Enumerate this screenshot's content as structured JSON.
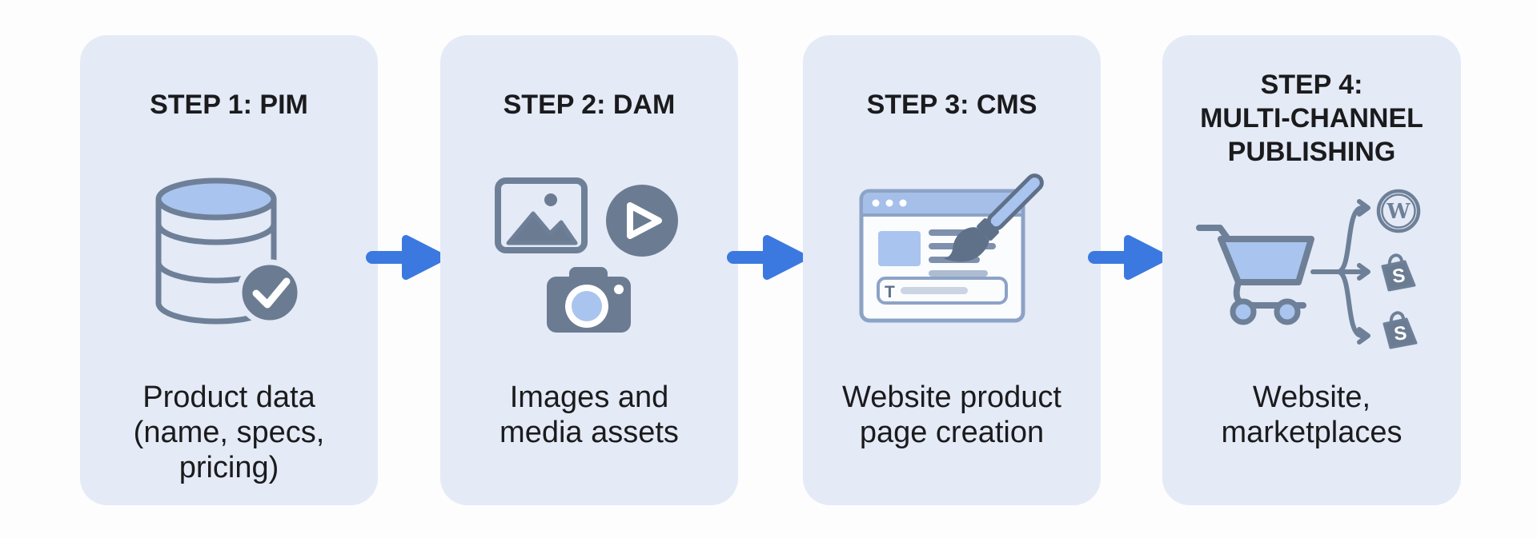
{
  "colors": {
    "page_bg": "#FDFDFE",
    "card_bg": "#E4EAF6",
    "text": "#1B1B1D",
    "icon_slate": "#6E8098",
    "icon_slate_fill": "#6B7C92",
    "icon_blue": "#A9C4EE",
    "bar_blue": "#A6BFE8",
    "window_stroke": "#8CA3C6",
    "bristle": "#5F7089",
    "arrow_blue": "#3B79E0"
  },
  "steps": [
    {
      "id": 1,
      "title_lines": [
        "STEP 1: PIM"
      ],
      "desc_lines": [
        "Product data",
        "(name, specs,",
        "pricing)"
      ],
      "icon": "database-check-icon"
    },
    {
      "id": 2,
      "title_lines": [
        "STEP 2: DAM"
      ],
      "desc_lines": [
        "Images and",
        "media assets"
      ],
      "icon": "media-assets-icon"
    },
    {
      "id": 3,
      "title_lines": [
        "STEP 3: CMS"
      ],
      "desc_lines": [
        "Website product",
        "page creation"
      ],
      "icon": "browser-paintbrush-icon",
      "input_letter": "T"
    },
    {
      "id": 4,
      "title_lines": [
        "STEP 4:",
        "MULTI-CHANNEL",
        "PUBLISHING"
      ],
      "desc_lines": [
        "Website,",
        "marketplaces"
      ],
      "icon": "cart-channels-icon",
      "channels": [
        {
          "name": "wordpress",
          "letter": "W"
        },
        {
          "name": "shopify",
          "letter": "S"
        },
        {
          "name": "shopify",
          "letter": "S"
        }
      ]
    }
  ],
  "flow": {
    "arrow_count": 3
  }
}
